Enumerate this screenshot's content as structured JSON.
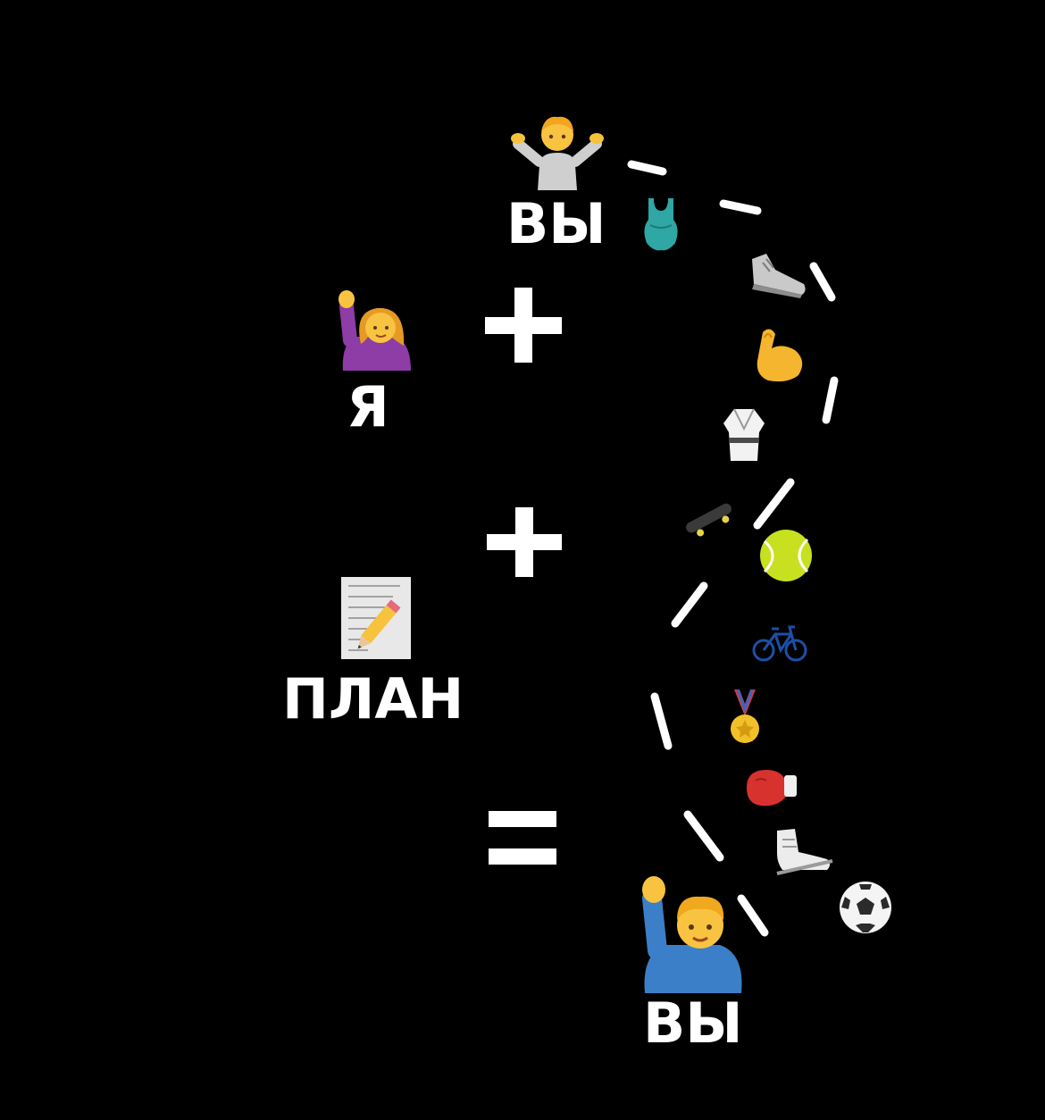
{
  "labels": {
    "you_top": "ВЫ",
    "me": "Я",
    "plan": "ПЛАН",
    "you_bottom": "ВЫ"
  },
  "operators": {
    "plus_1": "+",
    "plus_2": "+",
    "equals": "="
  },
  "colors": {
    "background": "#000000",
    "text": "#ffffff",
    "dash": "#ffffff"
  },
  "icons": [
    "shrugging-person-icon",
    "raising-hand-woman-icon",
    "memo-plan-icon",
    "raising-hand-man-icon",
    "swimsuit-icon",
    "sneaker-icon",
    "flexed-biceps-icon",
    "martial-arts-uniform-icon",
    "skateboard-icon",
    "tennis-ball-icon",
    "bicycle-icon",
    "medal-icon",
    "boxing-glove-icon",
    "ice-skate-icon",
    "soccer-ball-icon"
  ]
}
